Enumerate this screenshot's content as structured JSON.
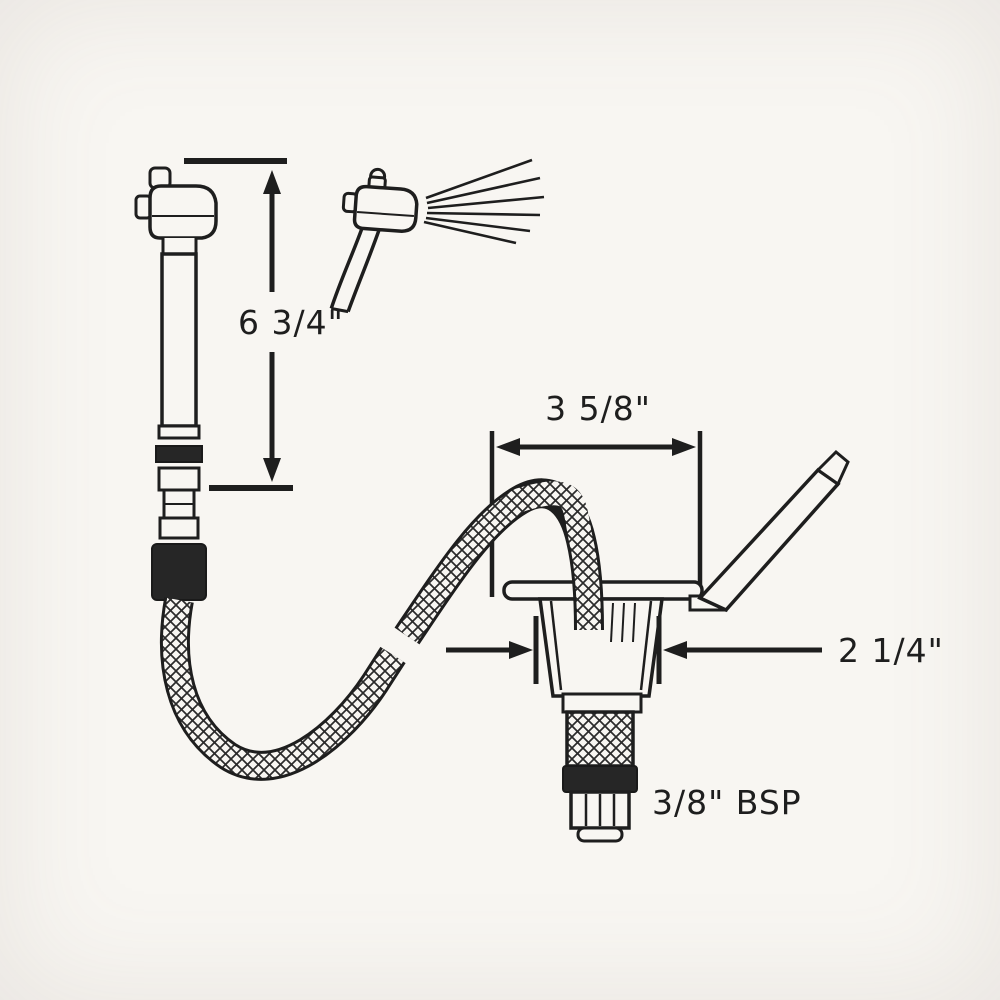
{
  "diagram": {
    "type": "technical-line-drawing",
    "subject": "pull-out-sprayer-faucet-with-recessed-mount",
    "labels": {
      "hose_length": "6 3/4\"",
      "cup_width_top": "3 5/8\"",
      "cup_width_mid": "2 1/4\"",
      "thread_size": "3/8\" BSP"
    },
    "colors": {
      "background": "#f8f6f2",
      "line": "#1e1e1e",
      "dark_fitting": "#262626"
    },
    "parts": [
      "sprayer-head-stowed",
      "sprayer-head-spraying",
      "braided-hose",
      "mounting-flange",
      "recessed-cup",
      "mounting-bracket",
      "bsp-threaded-fitting"
    ]
  }
}
